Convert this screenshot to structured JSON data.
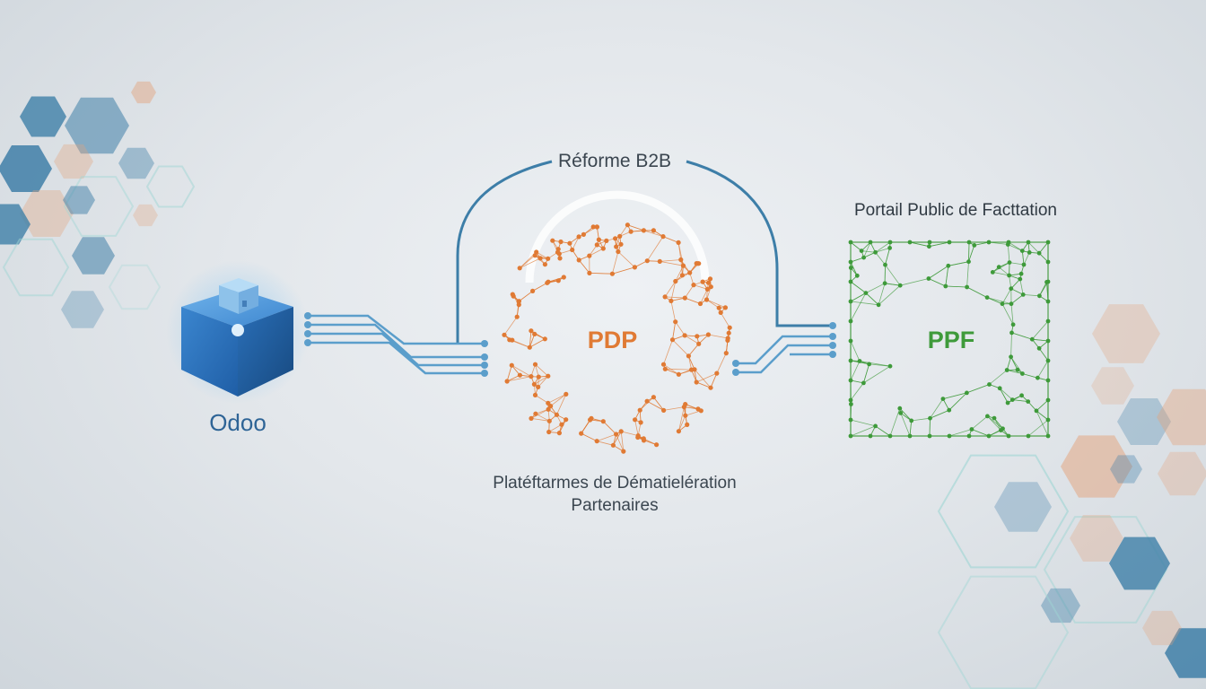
{
  "nodes": {
    "odoo": {
      "label": "Odoo",
      "color": "#2e74b8"
    },
    "reform": {
      "label": "Réforme B2B"
    },
    "pdp": {
      "label": "PDP",
      "caption_line1": "Platéftarmes de Dématielération",
      "caption_line2": "Partenaires",
      "color": "#e07a34"
    },
    "ppf": {
      "label": "PPF",
      "title": "Portail Public de Facttation",
      "color": "#3e9a3a"
    }
  },
  "colors": {
    "connector": "#5b9ecb",
    "arc": "#3d7ea8",
    "hex_blue": "#3f7fa8",
    "hex_orange": "#e3a27a",
    "hex_teal": "#9fd6d4"
  }
}
